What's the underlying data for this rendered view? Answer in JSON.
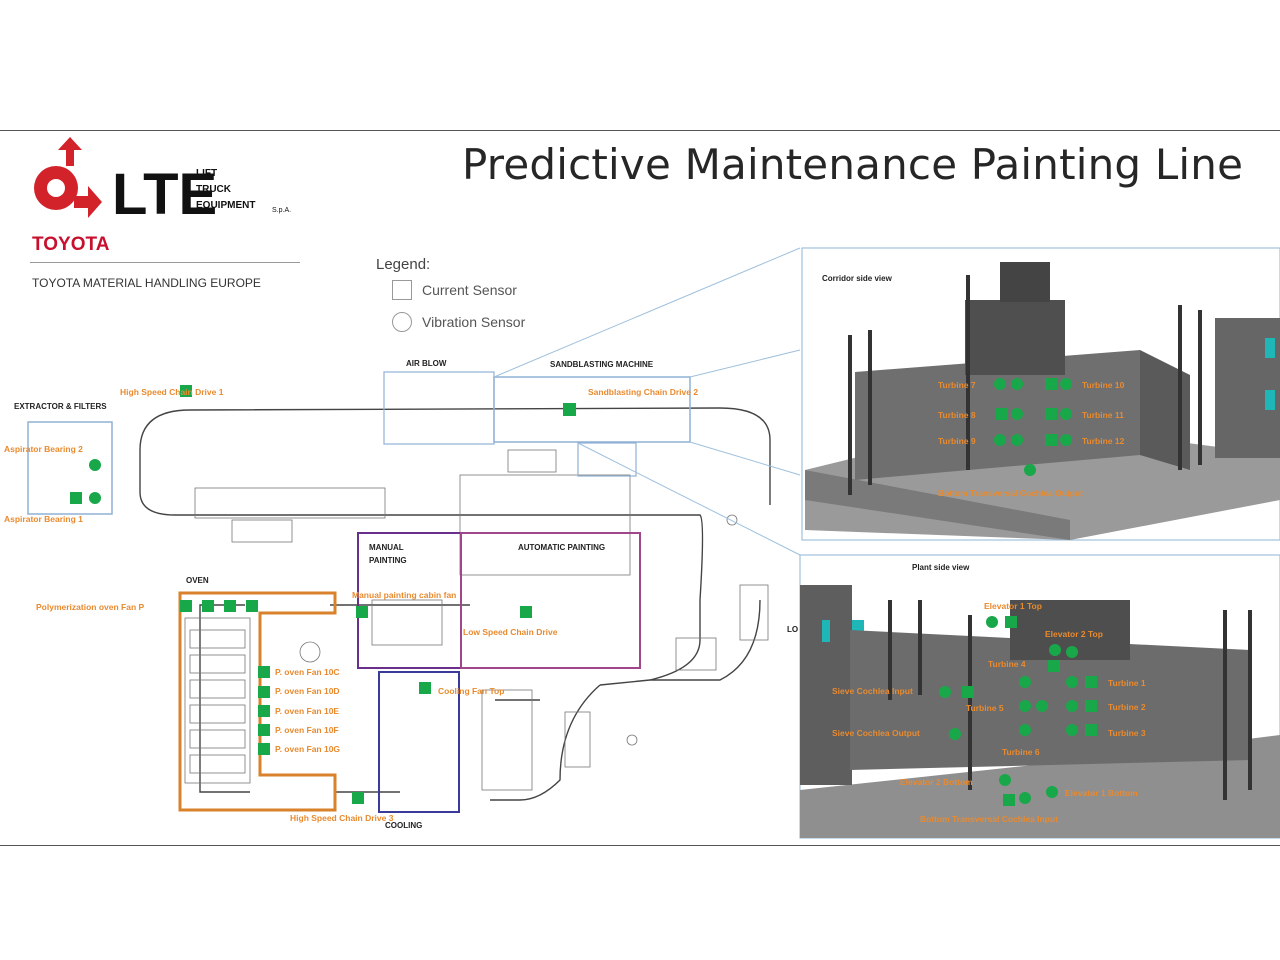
{
  "title": "Predictive Maintenance Painting Line",
  "logo": {
    "brand": "LTE",
    "words": [
      "LIFT",
      "TRUCK",
      "EQUIPMENT"
    ],
    "suffix": "S.p.A.",
    "company": "TOYOTA",
    "division": "TOYOTA MATERIAL HANDLING EUROPE"
  },
  "legend": {
    "title": "Legend:",
    "current": "Current Sensor",
    "vibration": "Vibration Sensor"
  },
  "areas": {
    "extractor": "EXTRACTOR & FILTERS",
    "air_blow": "AIR BLOW",
    "sandblasting": "SANDBLASTING MACHINE",
    "manual_painting_1": "MANUAL",
    "manual_painting_2": "PAINTING",
    "automatic_painting": "AUTOMATIC PAINTING",
    "oven": "OVEN",
    "cooling": "COOLING",
    "lo": "LO"
  },
  "sensor_labels": {
    "high_speed_chain_drive_1": "High Speed Chain Drive 1",
    "aspirator_bearing_2": "Aspirator Bearing 2",
    "aspirator_bearing_1": "Aspirator Bearing 1",
    "sandblasting_drive": "Sandblasting Chain Drive 2",
    "polymerization_fan": "Polymerization oven Fan P",
    "manual_cabin_fan": "Manual painting cabin fan",
    "low_speed_chain_drive": "Low Speed Chain Drive",
    "fan_10c": "P. oven Fan 10C",
    "fan_10d": "P. oven Fan 10D",
    "fan_10e": "P. oven Fan 10E",
    "fan_10f": "P. oven Fan 10F",
    "fan_10g": "P. oven Fan 10G",
    "cooling_fan": "Cooling Fan Top",
    "high_speed_chain_drive_3": "High Speed Chain Drive 3"
  },
  "views": {
    "corridor": {
      "title": "Corridor side view",
      "turbines": [
        "Turbine 7",
        "Turbine 8",
        "Turbine 9",
        "Turbine 10",
        "Turbine 11",
        "Turbine 12"
      ],
      "output": "Bottom Transversal Cochlea Output"
    },
    "plant": {
      "title": "Plant side view",
      "labels": {
        "elevator_top": "Elevator 1 Top",
        "elevator_2_top": "Elevator 2 Top",
        "turbine_4": "Turbine 4",
        "turbine_5": "Turbine 5",
        "turbine_6": "Turbine 6",
        "turbine_1": "Turbine 1",
        "turbine_2": "Turbine 2",
        "turbine_3": "Turbine 3",
        "sieve_input": "Sieve Cochlea Input",
        "sieve_output": "Sieve Cochlea Output",
        "elevator_2_bottom": "Elevator 2 Bottom",
        "elevator_1_bottom": "Elevator 1 Bottom",
        "bottom_input": "Bottom Transversal Cochlea Input"
      }
    }
  },
  "colors": {
    "sensor": "#18a84a",
    "label": "#e98a2e",
    "oven_box": "#d9822b",
    "manual_box": "#6a2f8a",
    "auto_box": "#a2468c",
    "cooling_box": "#3a3a9a",
    "zoom_box": "#8fb0d6"
  }
}
